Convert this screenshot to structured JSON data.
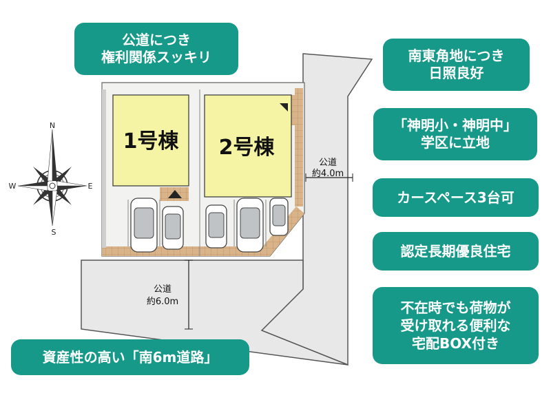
{
  "badges": {
    "public_road": [
      "公道につき",
      "権利関係スッキリ"
    ],
    "southeast": [
      "南東角地につき",
      "日照良好"
    ],
    "school": [
      "「神明小・神明中」",
      "学区に立地"
    ],
    "parking": [
      "カースペース3台可"
    ],
    "certified": [
      "認定長期優良住宅"
    ],
    "delivery_box": [
      "不在時でも荷物が",
      "受け取れる便利な",
      "宅配BOX付き"
    ],
    "south_road": [
      "資産性の高い「南6m道路」"
    ]
  },
  "houses": {
    "house1": "1号棟",
    "house2": "2号棟"
  },
  "roads": {
    "east": {
      "type": "公道",
      "width": "約4.0m"
    },
    "south": {
      "type": "公道",
      "width": "約6.0m"
    }
  },
  "compass": {
    "north": "N",
    "south": "S",
    "east": "E",
    "west": "W"
  },
  "colors": {
    "badge": "#17998a",
    "house": "#f5f3a4",
    "tile": "#d9b48a",
    "road": "#e8e8e8",
    "lot": "#f2f2f0"
  }
}
